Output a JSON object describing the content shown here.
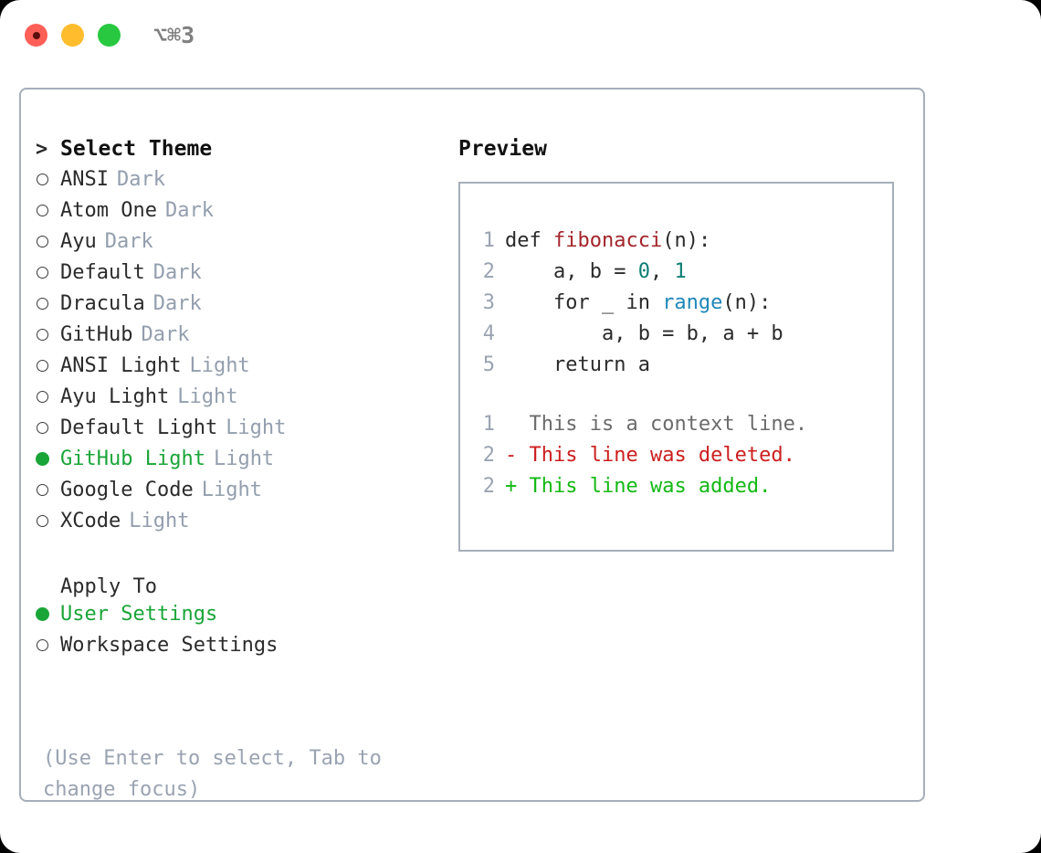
{
  "titlebar": {
    "shortcut": "⌥⌘3",
    "buttons": {
      "close": "close-window",
      "minimize": "minimize-window",
      "maximize": "maximize-window"
    }
  },
  "theme_picker": {
    "header_marker": ">",
    "header": "Select Theme",
    "items": [
      {
        "marker": "○",
        "name": "ANSI",
        "tag": "Dark",
        "selected": false
      },
      {
        "marker": "○",
        "name": "Atom One",
        "tag": "Dark",
        "selected": false
      },
      {
        "marker": "○",
        "name": "Ayu",
        "tag": "Dark",
        "selected": false
      },
      {
        "marker": "○",
        "name": "Default",
        "tag": "Dark",
        "selected": false
      },
      {
        "marker": "○",
        "name": "Dracula",
        "tag": "Dark",
        "selected": false
      },
      {
        "marker": "○",
        "name": "GitHub",
        "tag": "Dark",
        "selected": false
      },
      {
        "marker": "○",
        "name": "ANSI Light",
        "tag": "Light",
        "selected": false
      },
      {
        "marker": "○",
        "name": "Ayu Light",
        "tag": "Light",
        "selected": false
      },
      {
        "marker": "○",
        "name": "Default Light",
        "tag": "Light",
        "selected": false
      },
      {
        "marker": "●",
        "name": "GitHub Light",
        "tag": "Light",
        "selected": true
      },
      {
        "marker": "○",
        "name": "Google Code",
        "tag": "Light",
        "selected": false
      },
      {
        "marker": "○",
        "name": "XCode",
        "tag": "Light",
        "selected": false
      }
    ]
  },
  "apply_to": {
    "header": "Apply To",
    "options": [
      {
        "marker": "●",
        "label": "User Settings",
        "selected": true
      },
      {
        "marker": "○",
        "label": "Workspace Settings",
        "selected": false
      }
    ]
  },
  "hint": "(Use Enter to select, Tab to change focus)",
  "preview": {
    "title": "Preview",
    "code_lines": [
      {
        "num": "1",
        "segments": [
          {
            "text": "def ",
            "type": "plain"
          },
          {
            "text": "fibonacci",
            "type": "fn"
          },
          {
            "text": "(n):",
            "type": "plain"
          }
        ]
      },
      {
        "num": "2",
        "segments": [
          {
            "text": "    a, b = ",
            "type": "plain"
          },
          {
            "text": "0",
            "type": "num"
          },
          {
            "text": ", ",
            "type": "plain"
          },
          {
            "text": "1",
            "type": "num"
          }
        ]
      },
      {
        "num": "3",
        "segments": [
          {
            "text": "    for _ in ",
            "type": "plain"
          },
          {
            "text": "range",
            "type": "call"
          },
          {
            "text": "(n):",
            "type": "plain"
          }
        ]
      },
      {
        "num": "4",
        "segments": [
          {
            "text": "        a, b = b, a + b",
            "type": "plain"
          }
        ]
      },
      {
        "num": "5",
        "segments": [
          {
            "text": "    return a",
            "type": "plain"
          }
        ]
      }
    ],
    "diff_lines": [
      {
        "num": "1",
        "marker": "  ",
        "text": "This is a context line.",
        "kind": "context"
      },
      {
        "num": "2",
        "marker": "- ",
        "text": "This line was deleted.",
        "kind": "deleted"
      },
      {
        "num": "2",
        "marker": "+ ",
        "text": "This line was added.",
        "kind": "added"
      }
    ]
  },
  "colors": {
    "accent_green": "#1aa538",
    "muted": "#939eae",
    "border": "#a6aeba",
    "fn_red": "#a3252b",
    "num_teal": "#0e7d73",
    "call_blue": "#1f87b8",
    "diff_del_red": "#cc1f1f",
    "diff_add_green": "#14b814",
    "traffic_red": "#ff5f57",
    "traffic_yellow": "#ffbd2e",
    "traffic_green": "#28c840"
  }
}
